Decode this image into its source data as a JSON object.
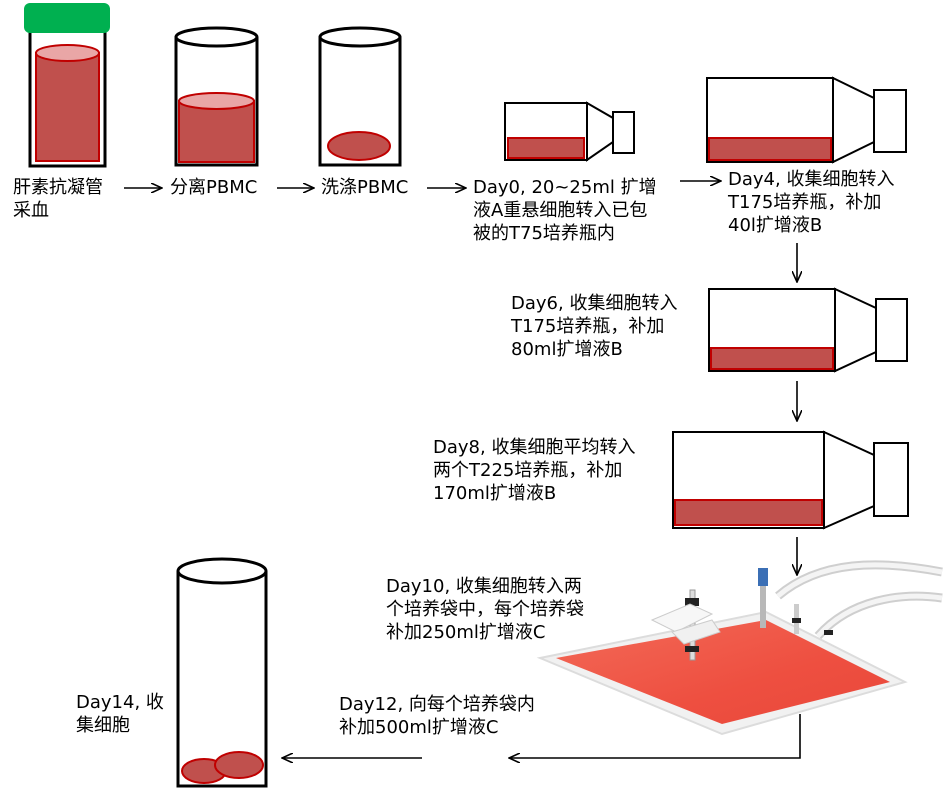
{
  "steps": {
    "s1": "肝素抗凝管\n采血",
    "s2": "分离PBMC",
    "s3": "洗涤PBMC",
    "s4": "Day0, 20~25ml 扩增\n液A重悬细胞转入已包\n被的T75培养瓶内",
    "s5": "Day4, 收集细胞转入\nT175培养瓶，补加\n40l扩增液B",
    "s6": "Day6, 收集细胞转入\nT175培养瓶，补加\n80ml扩增液B",
    "s7": "Day8, 收集细胞平均转入\n两个T225培养瓶，补加\n170ml扩增液B",
    "s8": "Day10, 收集细胞转入两\n个培养袋中，每个培养袋\n补加250ml扩增液C",
    "s9": "Day12, 向每个培养袋内\n补加500ml扩增液C",
    "s10": "Day14, 收\n集细胞"
  },
  "colors": {
    "medium_fill": "#c0504d",
    "medium_stroke": "#c00000",
    "cap_green": "#00b050",
    "bag_red": "#f05545"
  }
}
